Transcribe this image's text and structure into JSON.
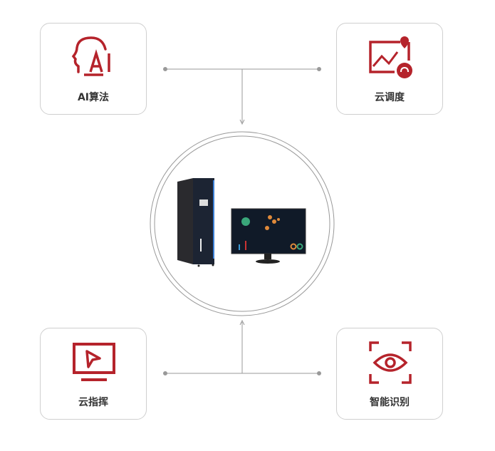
{
  "accent_color": "#b5232b",
  "nodes": [
    {
      "label": "AI算法",
      "icon": "ai-head-icon"
    },
    {
      "label": "云调度",
      "icon": "cloud-dispatch-map-icon"
    },
    {
      "label": "云指挥",
      "icon": "command-monitor-icon"
    },
    {
      "label": "智能识别",
      "icon": "eye-scan-icon"
    }
  ],
  "center": {
    "icon": "server-rack-and-monitor"
  }
}
